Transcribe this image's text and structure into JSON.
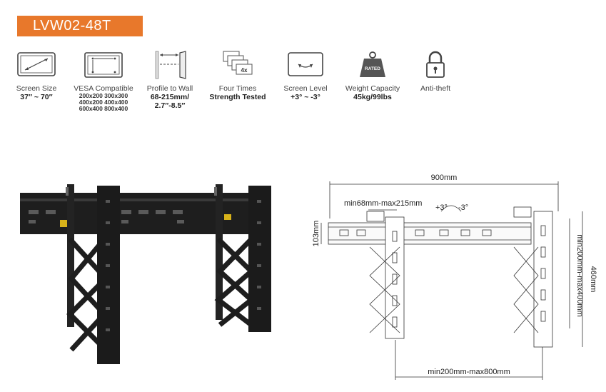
{
  "model": "LVW02-48T",
  "features": [
    {
      "icon": "screen-size-icon",
      "label": "Screen Size",
      "value": "37″ ~ 70″"
    },
    {
      "icon": "vesa-icon",
      "label": "VESA Compatible",
      "value_lines": [
        "200x200 300x300",
        "400x200 400x400",
        "600x400 800x400"
      ]
    },
    {
      "icon": "profile-to-wall-icon",
      "label": "Profile to Wall",
      "value_lines": [
        "68-215mm/",
        "2.7″-8.5″"
      ]
    },
    {
      "icon": "four-times-icon",
      "label": "Four Times",
      "value": "Strength Tested",
      "icon_text": "4x"
    },
    {
      "icon": "screen-level-icon",
      "label": "Screen Level",
      "value": "+3° ~ -3°"
    },
    {
      "icon": "weight-capacity-icon",
      "label": "Weight Capacity",
      "value": "45kg/99lbs",
      "icon_text": "RATED"
    },
    {
      "icon": "anti-theft-icon",
      "label": "Anti-theft",
      "value": ""
    }
  ],
  "diagram": {
    "width": "900mm",
    "depth": "min68mm-max215mm",
    "tilt_plus": "+3°",
    "tilt_minus": "-3°",
    "height_left": "103mm",
    "height_right": "460mm",
    "vertical_range": "min200mm-max400mm",
    "horizontal_range": "min200mm-max800mm"
  },
  "colors": {
    "accent": "#e8782b",
    "mount": "#1e1e1e",
    "latch": "#d7b21a"
  }
}
